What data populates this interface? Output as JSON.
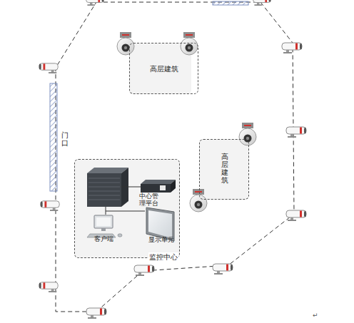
{
  "diagram": {
    "nodes": [
      {
        "text": [
          "高层建筑"
        ]
      },
      {
        "text": [
          "高层建筑"
        ]
      },
      {
        "text": [
          "监控中心"
        ]
      },
      {
        "text": [
          "中心管理平台"
        ],
        "in": 2
      },
      {
        "text": [
          "客户端"
        ],
        "in": 2
      },
      {
        "text": [
          "显示单元"
        ],
        "in": 2
      }
    ],
    "edges": [
      {
        "from": 4,
        "to": 5,
        "arrow": "none"
      }
    ],
    "labels": [
      "门口",
      "↵"
    ]
  }
}
